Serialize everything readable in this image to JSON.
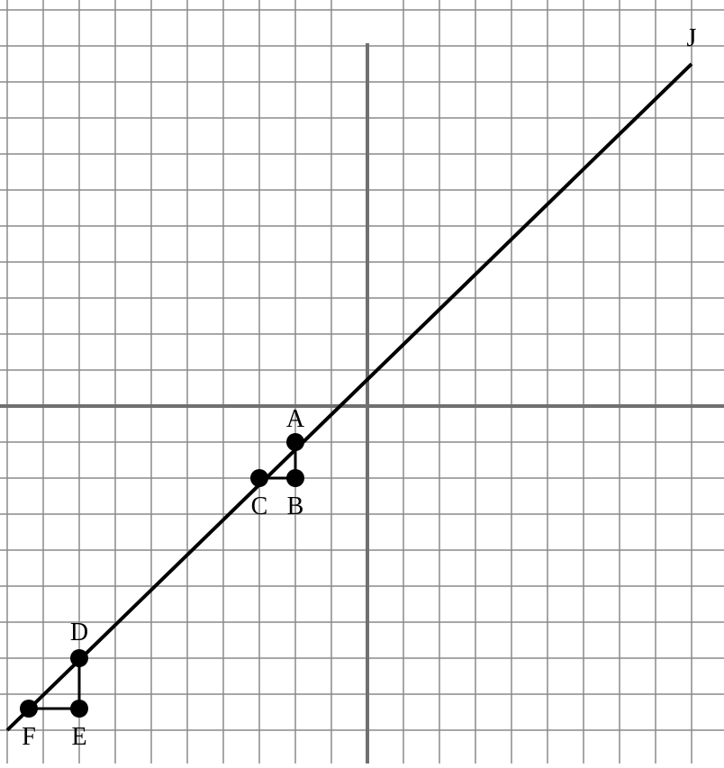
{
  "grid": {
    "x_range": [
      -10,
      10
    ],
    "y_range": [
      -10,
      11
    ],
    "minor_color": "#8a8a8a",
    "axis_color": "#707070",
    "line_color": "#000000"
  },
  "line": {
    "from": [
      -10,
      -9
    ],
    "to": [
      9,
      9.5
    ],
    "end_label": "J"
  },
  "points": [
    {
      "id": "A",
      "label": "A",
      "x": -2,
      "y": -1
    },
    {
      "id": "B",
      "label": "B",
      "x": -2,
      "y": -2
    },
    {
      "id": "C",
      "label": "C",
      "x": -3,
      "y": -2
    },
    {
      "id": "D",
      "label": "D",
      "x": -8,
      "y": -7
    },
    {
      "id": "E",
      "label": "E",
      "x": -8,
      "y": -8.4
    },
    {
      "id": "F",
      "label": "F",
      "x": -9.4,
      "y": -8.4
    }
  ],
  "segments": [
    [
      "A",
      "B"
    ],
    [
      "B",
      "C"
    ],
    [
      "D",
      "E"
    ],
    [
      "E",
      "F"
    ]
  ]
}
